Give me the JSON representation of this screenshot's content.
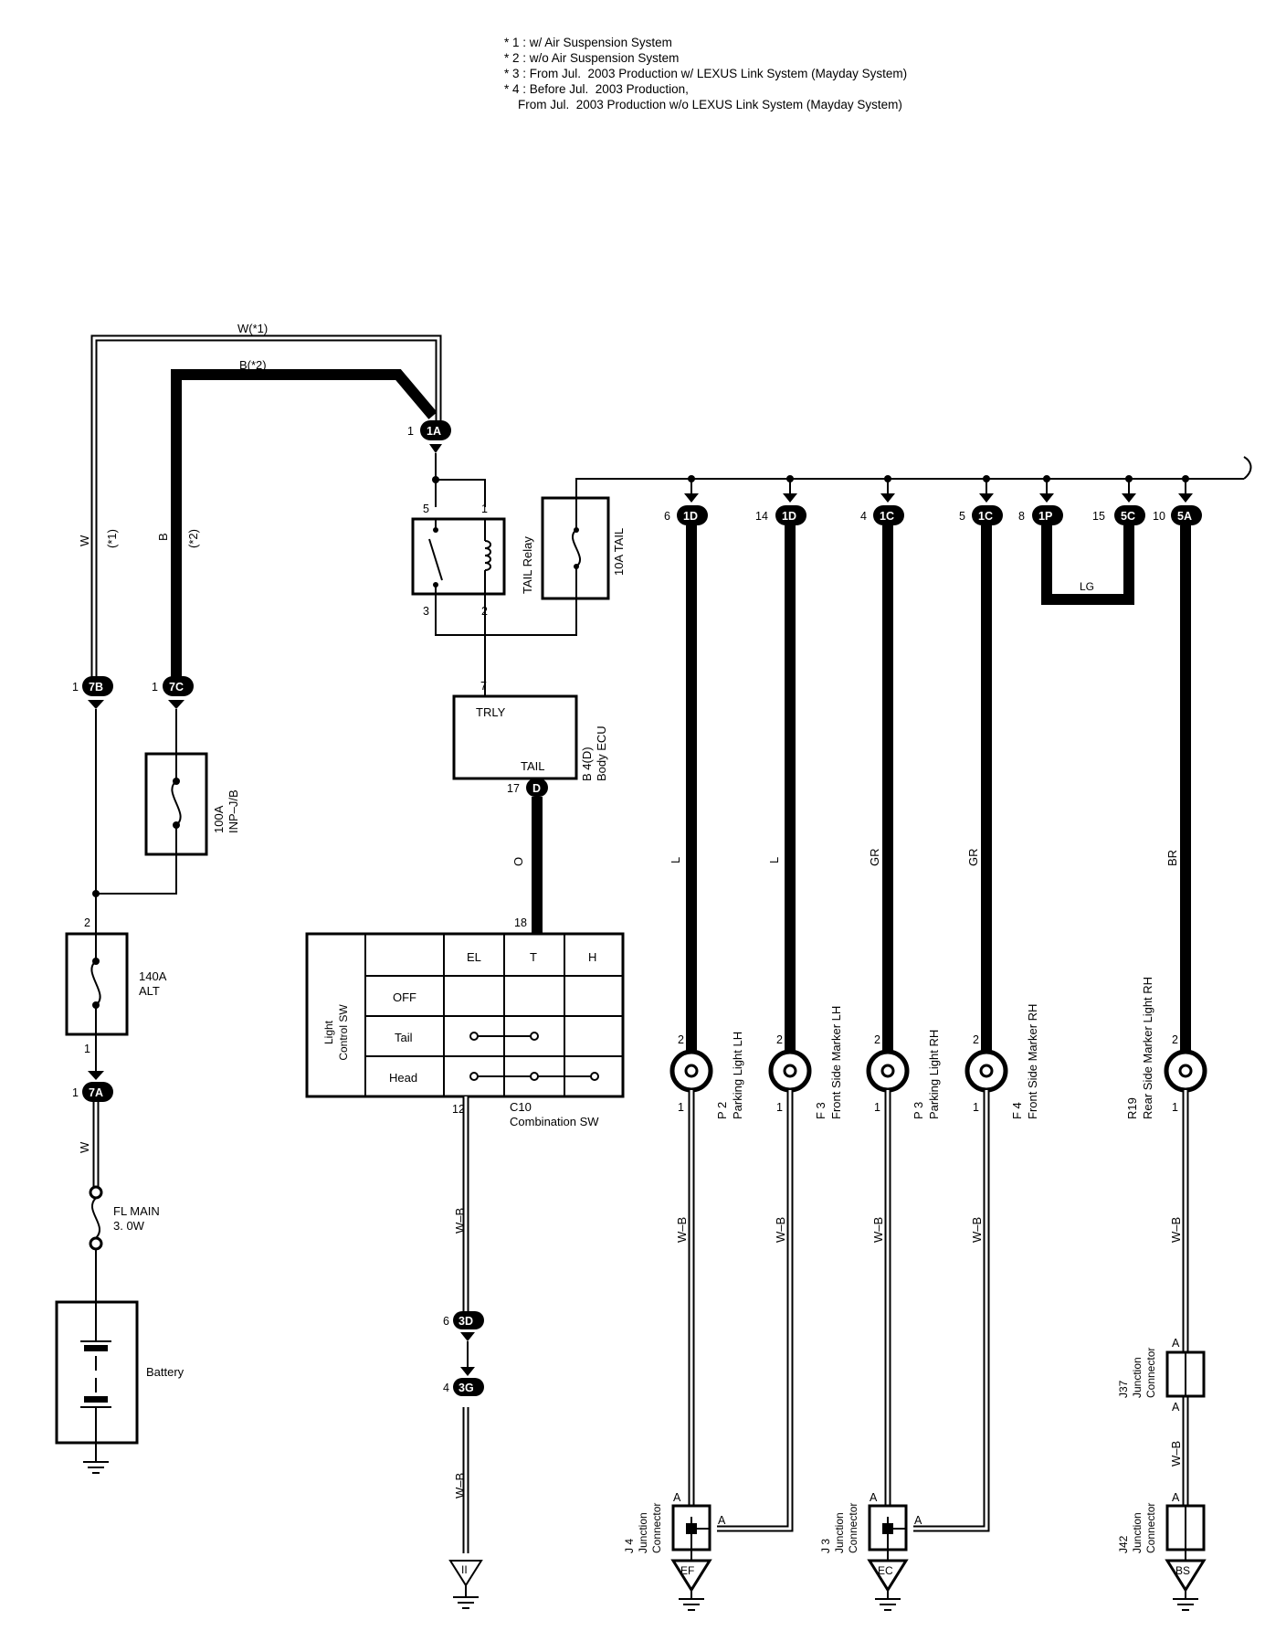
{
  "notes": [
    "* 1 : w/ Air Suspension System",
    "* 2 : w/o Air Suspension System",
    "* 3 : From Jul.  2003 Production w/ LEXUS Link System (Mayday System)",
    "* 4 : Before Jul.  2003 Production,",
    "    From Jul.  2003 Production w/o LEXUS Link System (Mayday System)"
  ],
  "wires": {
    "w_star1": "W(*1)",
    "b_star2": "B(*2)",
    "w": "W",
    "star1": "(*1)",
    "b": "B",
    "star2": "(*2)",
    "o": "O",
    "l": "L",
    "gr": "GR",
    "br": "BR",
    "lg": "LG",
    "wb": "W–B"
  },
  "connectors": {
    "c1A": "1A",
    "c7B": "7B",
    "c7C": "7C",
    "c7A": "7A",
    "c1D": "1D",
    "c1C": "1C",
    "c1P": "1P",
    "c5C": "5C",
    "c5A": "5A",
    "cD": "D",
    "c3D": "3D",
    "c3G": "3G"
  },
  "pins": {
    "p1": "1",
    "p2": "2",
    "p3": "3",
    "p4": "4",
    "p5": "5",
    "p6": "6",
    "p7": "7",
    "p8": "8",
    "p10": "10",
    "p12": "12",
    "p14": "14",
    "p15": "15",
    "p17": "17",
    "p18": "18",
    "pA": "A"
  },
  "components": {
    "tail_relay": "TAIL Relay",
    "tail_fuse": "10A TAIL",
    "inp_jb_fuse": [
      "100A",
      "INP–J/B"
    ],
    "alt_fuse": [
      "140A",
      "ALT"
    ],
    "fl_main": [
      "FL MAIN",
      "3. 0W"
    ],
    "battery": "Battery",
    "ecu_trly": "TRLY",
    "ecu_tail": "TAIL",
    "body_ecu": [
      "B 4(D)",
      "Body ECU"
    ],
    "combo_sw": [
      "C10",
      "Combination SW"
    ],
    "light_control_sw": [
      "Light",
      "Control SW"
    ],
    "sw_cols": [
      "EL",
      "T",
      "H"
    ],
    "sw_rows": [
      "OFF",
      "Tail",
      "Head"
    ]
  },
  "lights": [
    {
      "code": "P 2",
      "name": "Parking Light LH"
    },
    {
      "code": "F 3",
      "name": "Front Side Marker LH"
    },
    {
      "code": "P 3",
      "name": "Parking Light RH"
    },
    {
      "code": "F 4",
      "name": "Front Side Marker RH"
    },
    {
      "code": "R19",
      "name": "Rear Side Marker Light RH"
    }
  ],
  "junctions": {
    "j4": [
      "J 4",
      "Junction",
      "Connector"
    ],
    "j3": [
      "J 3",
      "Junction",
      "Connector"
    ],
    "j37": [
      "J37",
      "Junction",
      "Connector"
    ],
    "j42": [
      "J42",
      "Junction",
      "Connector"
    ]
  },
  "grounds": {
    "ii": "II",
    "ef": "EF",
    "ec": "EC",
    "bs": "BS"
  }
}
